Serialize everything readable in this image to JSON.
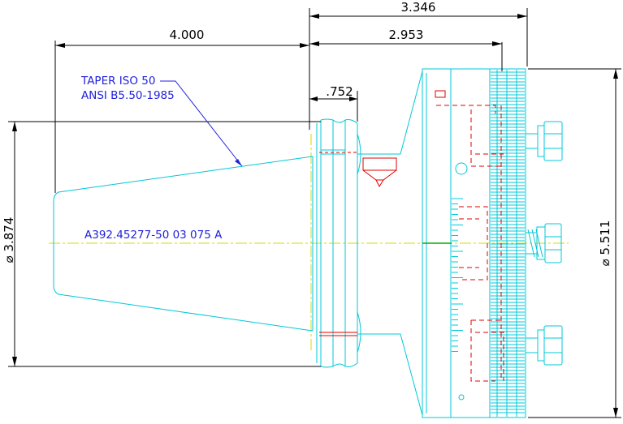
{
  "dimensions": {
    "overall_length": "3.346",
    "flange_to_end": "2.953",
    "taper_length": "4.000",
    "gauge_offset": ".752",
    "taper_diameter": "⌀ 3.874",
    "flange_diameter": "⌀ 5.511"
  },
  "notes": {
    "taper_line1": "TAPER ISO 50",
    "taper_line2": "ANSI B5.50-1985"
  },
  "part_number": "A392.45277-50 03 075 A",
  "colors": {
    "outline": "#00c8d8",
    "hidden": "#e00000",
    "centerline": "#d8d800",
    "dimension": "#000000",
    "annotation": "#2222dd"
  }
}
